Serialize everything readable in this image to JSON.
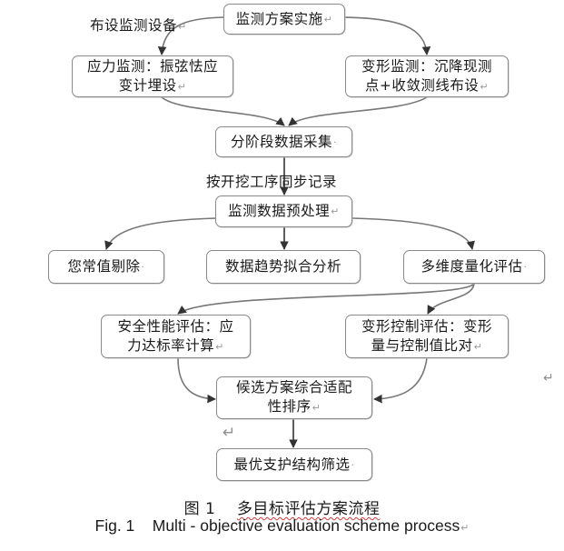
{
  "diagram": {
    "type": "flowchart",
    "return_mark": "↵",
    "nodes": {
      "start": {
        "text": "监测方案实施"
      },
      "stress": {
        "line1": "应力监测：振弦怯应",
        "line2": "变计埋设"
      },
      "deform": {
        "line1": "变形监测：沉降现测",
        "line2": "点+收敛测线布设"
      },
      "collect": {
        "text": "分阶段数据采集"
      },
      "preprocess": {
        "text": "监测数据预处理"
      },
      "outlier": {
        "text": "您常值剔除"
      },
      "trend": {
        "text": "数据趋势拟合分析"
      },
      "multi": {
        "text": "多维度量化评估"
      },
      "safety": {
        "line1": "安全性能评估：应",
        "line2": "力达标率计算"
      },
      "control": {
        "line1": "变形控制评估：变形",
        "line2": "量与控制值比对"
      },
      "rank": {
        "line1": "候选方案综合适配",
        "line2": "性排序"
      },
      "optimal": {
        "text": "最优支护结构筛选"
      }
    },
    "edge_labels": {
      "deploy": "布设监测设备",
      "sync": "按开挖工序同步记录"
    },
    "edges": [
      [
        "start",
        "stress"
      ],
      [
        "start",
        "deform"
      ],
      [
        "stress",
        "collect"
      ],
      [
        "deform",
        "collect"
      ],
      [
        "collect",
        "preprocess"
      ],
      [
        "preprocess",
        "outlier"
      ],
      [
        "preprocess",
        "trend"
      ],
      [
        "preprocess",
        "multi"
      ],
      [
        "multi",
        "safety"
      ],
      [
        "multi",
        "control"
      ],
      [
        "safety",
        "rank"
      ],
      [
        "control",
        "rank"
      ],
      [
        "rank",
        "optimal"
      ]
    ]
  },
  "caption": {
    "cn_number": "图 1",
    "cn_title": "多目标评估方案流程",
    "en_number": "Fig. 1",
    "en_title": "Multi - objective evaluation scheme process"
  }
}
